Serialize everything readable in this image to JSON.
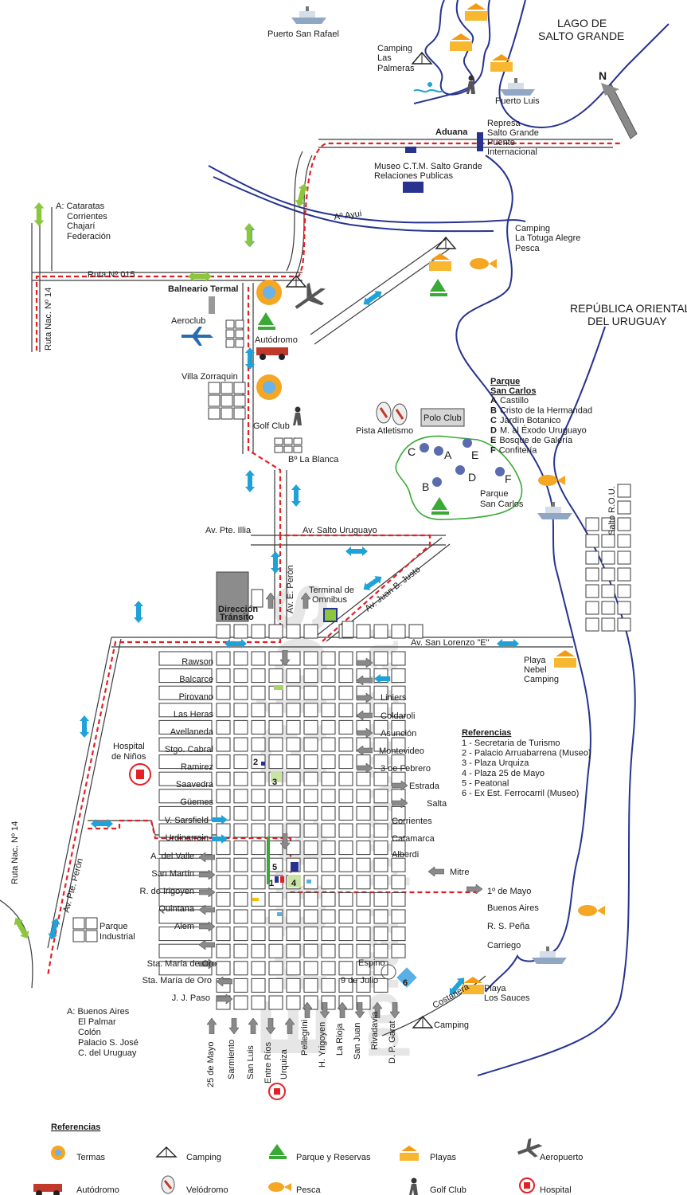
{
  "map": {
    "north": "N",
    "water": {
      "lake": [
        "LAGO DE",
        "SALTO GRANDE"
      ],
      "country": [
        "REPÚBLICA ORIENTAL",
        "DEL URUGUAY"
      ],
      "stream": "Aº Ayui"
    },
    "places": {
      "puerto_san_rafael": "Puerto San Rafael",
      "camping_las_palmeras": [
        "Camping",
        "Las",
        "Palmeras"
      ],
      "puerto_luis": "Puerto Luis",
      "aduana": "Aduana",
      "represa": [
        "Represa",
        "Salto Grande",
        "Puente",
        "Internacional"
      ],
      "museo": [
        "Museo C.T.M. Salto Grande",
        "Relaciones Publicas"
      ],
      "camping_totuga": [
        "Camping",
        "La Totuga Alegre",
        "Pesca"
      ],
      "balneario_termal": "Balneario Termal",
      "aeroclub": "Aeroclub",
      "autodromo": "Autódromo",
      "villa_zorraquin": "Villa Zorraquin",
      "golf_club": "Golf Club",
      "b_la_blanca": "Bº La Blanca",
      "pista_atletismo": "Pista Atletismo",
      "polo_club": "Polo Club",
      "parque_san_carlos_map": [
        "Parque",
        "San Carlos"
      ],
      "terminal": [
        "Terminal de",
        "Omnibus"
      ],
      "direccion_transito": [
        "Dirección",
        "Tránsito"
      ],
      "playa_nebel": [
        "Playa",
        "Nebel",
        "Camping"
      ],
      "hospital_ninos": [
        "Hospital",
        "de Niños"
      ],
      "parque_industrial": [
        "Parque",
        "Industrial"
      ],
      "playa_sauces": [
        "Playa",
        "Los Sauces"
      ],
      "camping_costanera": "Camping",
      "salto_rou": "Salto R.O.U.",
      "destinos_norte": [
        "A: Cataratas",
        "Corrientes",
        "Chajarí",
        "Federación"
      ],
      "destinos_sur": [
        "A: Buenos Aires",
        "El Palmar",
        "Colón",
        "Palacio S. José",
        "C. del Uruguay"
      ],
      "park_letters": [
        "A",
        "B",
        "C",
        "D",
        "E",
        "F"
      ],
      "numbers": [
        "1",
        "2",
        "3",
        "4",
        "5",
        "6"
      ]
    },
    "roads": {
      "ruta_015": "Ruta Nº 015",
      "ruta_14_north": "Ruta Nac. Nº 14",
      "ruta_14_south": "Ruta Nac. Nº 14",
      "av_pte_illia": "Av. Pte. Illia",
      "av_salto_uruguayo": "Av. Salto Uruguayo",
      "av_peron": "Av. E. Perón",
      "av_juan_justo": "Av. Juan B. Justo",
      "av_san_lorenzo": "Av. San Lorenzo \"E\"",
      "av_pte_peron_diag": "Av. Pte. Perón",
      "costanera": "Costanera",
      "espino": "Espino",
      "nueve_julio": "9 de Julio"
    },
    "streets_left": [
      "Rawson",
      "Balcarce",
      "Pirovano",
      "Las Heras",
      "Avellaneda",
      "Stgo. Cabral",
      "Ramirez",
      "Saavedra",
      "Güemes",
      "V. Sarsfield",
      "Urdinarrain",
      "A. del Valle",
      "San Martín",
      "R. de Irigoyen",
      "Quintana",
      "Alem",
      "Sta. María de Oro",
      "Sta. María de Oro",
      "J. J. Paso"
    ],
    "streets_right": [
      "Liniers",
      "Coldaroli",
      "Asunción",
      "Montevideo",
      "3 de Febrero",
      "Estrada",
      "Salta",
      "Corrientes",
      "Catamarca",
      "Alberdi",
      "Mitre",
      "1º de Mayo",
      "Buenos Aires",
      "R. S. Peña",
      "Carriego"
    ],
    "streets_bottom": [
      "25 de Mayo",
      "Sarmiento",
      "San Luis",
      "Entre Ríos",
      "Urquiza",
      "Pellegrini",
      "H. Yrigoyen",
      "La Rioja",
      "San Juan",
      "Rivadavia",
      "D. P. Garat"
    ],
    "parque_san_carlos": {
      "title": [
        "Parque",
        "San Carlos"
      ],
      "items": [
        {
          "key": "A",
          "name": "Castillo"
        },
        {
          "key": "B",
          "name": "Cristo de la Hermandad"
        },
        {
          "key": "C",
          "name": "Jardín Botanico"
        },
        {
          "key": "D",
          "name": "M. al Éxodo Uruguayo"
        },
        {
          "key": "E",
          "name": "Bosque de Galería"
        },
        {
          "key": "F",
          "name": "Confitería"
        }
      ]
    },
    "referencias_city": {
      "title": "Referencias",
      "items": [
        "1 - Secretaria de Turismo",
        "2 - Palacio Arruabarrena (Museo)",
        "3 - Plaza Urquiza",
        "4 - Plaza 25 de Mayo",
        "5 - Peatonal",
        "6 - Ex Est. Ferrocarril (Museo)"
      ]
    }
  },
  "legend": {
    "title": "Referencias",
    "items": [
      {
        "label": "Termas",
        "icon": "termas-icon"
      },
      {
        "label": "Camping",
        "icon": "camping-icon"
      },
      {
        "label": "Parque y Reservas",
        "icon": "park-icon"
      },
      {
        "label": "Playas",
        "icon": "beach-icon"
      },
      {
        "label": "Aeropuerto",
        "icon": "airplane-icon"
      },
      {
        "label": "Autódromo",
        "icon": "racecar-icon"
      },
      {
        "label": "Velódromo",
        "icon": "cyclist-icon"
      },
      {
        "label": "Pesca",
        "icon": "fish-icon"
      },
      {
        "label": "Golf Club",
        "icon": "golfer-icon"
      },
      {
        "label": "Hospital",
        "icon": "hospital-icon"
      }
    ]
  },
  "colors": {
    "route": "#e41f26",
    "river": "#27338f",
    "arrow_blue": "#1fa2d8",
    "arrow_green": "#8cc63e",
    "park_line": "#3aa935",
    "bubble": "#5a6bb0"
  }
}
